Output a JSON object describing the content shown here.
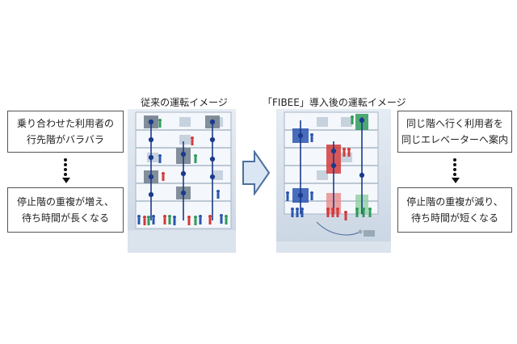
{
  "left_panel": {
    "top_box": "乗り合わせた利用者の\n行先階がバラバラ",
    "bottom_box": "停止階の重複が増え、\n待ち時間が長くなる"
  },
  "right_panel": {
    "top_box": "同じ階へ行く利用者を\n同じエレベーターへ案内",
    "bottom_box": "停止階の重複が減り、\n待ち時間が短くなる"
  },
  "captions": {
    "left_image": "従来の運転イメージ",
    "right_image": "「FIBEE」導入後の運転イメージ"
  },
  "colors": {
    "shaft_line": "#1a3a8c",
    "person_blue": "#2a55b0",
    "person_red": "#d23a3a",
    "person_green": "#2f9a5a",
    "highlight_blue": "#2a55b0",
    "highlight_red": "#d23a3a",
    "highlight_green": "#2f9a5a",
    "arrow_fill": "#dbe6f4",
    "arrow_stroke": "#4d6f9c"
  }
}
